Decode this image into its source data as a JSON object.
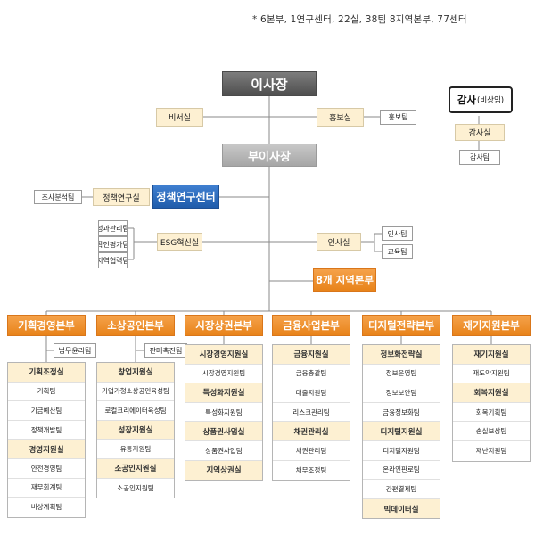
{
  "note": "* 6본부, 1연구센터, 22실, 38팀 8지역본부, 77센터",
  "ceo": "이사장",
  "vice_ceo": "부이사장",
  "secretary_office": "비서실",
  "pr_office": "홍보실",
  "pr_team": "홍보팀",
  "audit": {
    "title": "감사",
    "sub": "(비상임)",
    "office": "감사실",
    "team": "감사팀"
  },
  "policy_center": "정책연구센터",
  "policy_office": "정책연구실",
  "research_team": "조사분석팀",
  "esg": {
    "office": "ESG혁신실",
    "teams": [
      "성과관리팀",
      "확인평가팀",
      "지역협력팀"
    ]
  },
  "hr": {
    "office": "인사실",
    "teams": [
      "인사팀",
      "교육팀"
    ]
  },
  "regional": "8개 지역본부",
  "colors": {
    "orange": "#f08c28",
    "cream": "#fdf0d2",
    "blue": "#2a6bbd",
    "dark": "#5a5a5a"
  },
  "divisions": [
    {
      "name": "기획경영본부",
      "attached": "법무윤리팀",
      "units": [
        {
          "t": "기획조정실",
          "s": true
        },
        {
          "t": "기획팀"
        },
        {
          "t": "기금예산팀"
        },
        {
          "t": "정책개발팀"
        },
        {
          "t": "경영지원실",
          "s": true
        },
        {
          "t": "안전경영팀"
        },
        {
          "t": "재무회계팀"
        },
        {
          "t": "비상계획팀"
        }
      ]
    },
    {
      "name": "소상공인본부",
      "attached": "판매촉진팀",
      "units": [
        {
          "t": "창업지원실",
          "s": true
        },
        {
          "t": "기업가형소상공인육성팀"
        },
        {
          "t": "로컬크리에이터육성팀"
        },
        {
          "t": "성장지원실",
          "s": true
        },
        {
          "t": "유통지원팀"
        },
        {
          "t": "소공인지원실",
          "s": true
        },
        {
          "t": "소공인지원팀"
        }
      ]
    },
    {
      "name": "시장상권본부",
      "attached": "",
      "units": [
        {
          "t": "시장경영지원실",
          "s": true
        },
        {
          "t": "시장경영지원팀"
        },
        {
          "t": "특성화지원실",
          "s": true
        },
        {
          "t": "특성화지원팀"
        },
        {
          "t": "상품권사업실",
          "s": true
        },
        {
          "t": "상품권사업팀"
        },
        {
          "t": "지역상권실",
          "s": true
        }
      ]
    },
    {
      "name": "금융사업본부",
      "attached": "",
      "units": [
        {
          "t": "금융지원실",
          "s": true
        },
        {
          "t": "금융총괄팀"
        },
        {
          "t": "대출지원팀"
        },
        {
          "t": "리스크관리팀"
        },
        {
          "t": "채권관리실",
          "s": true
        },
        {
          "t": "채권관리팀"
        },
        {
          "t": "채무조정팀"
        }
      ]
    },
    {
      "name": "디지털전략본부",
      "attached": "",
      "units": [
        {
          "t": "정보화전략실",
          "s": true
        },
        {
          "t": "정보운영팀"
        },
        {
          "t": "정보보안팀"
        },
        {
          "t": "금융정보화팀"
        },
        {
          "t": "디지털지원실",
          "s": true
        },
        {
          "t": "디지털지원팀"
        },
        {
          "t": "온라인판로팀"
        },
        {
          "t": "간편결제팀"
        },
        {
          "t": "빅데이터실",
          "s": true
        }
      ]
    },
    {
      "name": "재기지원본부",
      "attached": "",
      "units": [
        {
          "t": "재기지원실",
          "s": true
        },
        {
          "t": "재도약지원팀"
        },
        {
          "t": "회복지원실",
          "s": true
        },
        {
          "t": "회복기획팀"
        },
        {
          "t": "손실보상팀"
        },
        {
          "t": "재난지원팀"
        }
      ]
    }
  ]
}
